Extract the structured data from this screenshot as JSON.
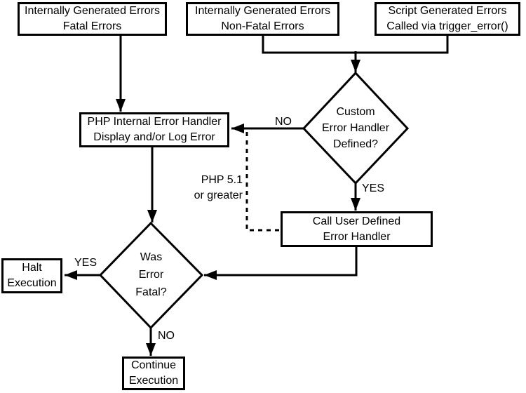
{
  "colors": {
    "ink": "#000000",
    "background": "#ffffff",
    "node_fill": "#ffffff"
  },
  "nodes": {
    "fatal_source": {
      "line1": "Internally Generated Errors",
      "line2": "Fatal Errors"
    },
    "nonfatal_source": {
      "line1": "Internally Generated Errors",
      "line2": "Non-Fatal Errors"
    },
    "script_source": {
      "line1": "Script Generated Errors",
      "line2": "Called via trigger_error()"
    },
    "custom_handler_decision": {
      "line1": "Custom",
      "line2": "Error Handler",
      "line3": "Defined?"
    },
    "php_internal_handler": {
      "line1": "PHP Internal Error Handler",
      "line2": "Display and/or Log Error"
    },
    "call_user_handler": {
      "line1": "Call User Defined",
      "line2": "Error Handler"
    },
    "fatal_decision": {
      "line1": "Was",
      "line2": "Error",
      "line3": "Fatal?"
    },
    "halt": {
      "line1": "Halt",
      "line2": "Execution"
    },
    "continue": {
      "line1": "Continue",
      "line2": "Execution"
    }
  },
  "edge_labels": {
    "custom_handler_no": "NO",
    "custom_handler_yes": "YES",
    "fatal_yes": "YES",
    "fatal_no": "NO",
    "php_version_note": {
      "line1": "PHP 5.1",
      "line2": "or greater"
    }
  }
}
